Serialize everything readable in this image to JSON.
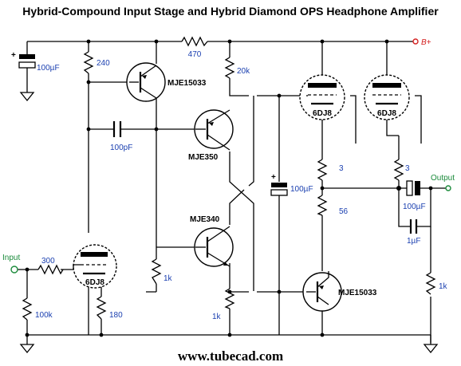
{
  "title": "Hybrid-Compound Input Stage and Hybrid Diamond OPS Headphone Amplifier",
  "footer": "www.tubecad.com",
  "colors": {
    "component_values": "#1a3fb0",
    "io_labels": "#1a8a3a",
    "supply": "#d42020"
  },
  "labels": {
    "supply": "B+",
    "input": "Input",
    "output": "Output",
    "c_supply": "100µF",
    "r_240": "240",
    "q_mje15033_top": "MJE15033",
    "r_470": "470",
    "r_20k": "20k",
    "c_100pf": "100pF",
    "q_mje350": "MJE350",
    "c_mid": "100µF",
    "r_3_left": "3",
    "r_3_right": "3",
    "r_56": "56",
    "c_out": "100µF",
    "c_out_small": "1µF",
    "q_mje340": "MJE340",
    "r_300": "300",
    "r_1k_mid": "1k",
    "r_100k": "100k",
    "r_180": "180",
    "r_1k_bottom": "1k",
    "q_mje15033_bottom": "MJE15033",
    "r_1k_out": "1k"
  },
  "tubes": {
    "input": "6DJ8",
    "upper_left": "6DJ8",
    "upper_right": "6DJ8"
  }
}
